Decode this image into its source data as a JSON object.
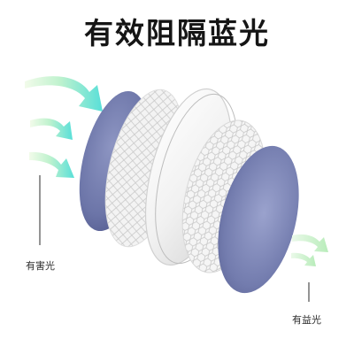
{
  "heading": "有效阻隔蓝光",
  "labels": {
    "harmful_light": "有害光",
    "beneficial_light": "有益光"
  },
  "colors": {
    "title": "#151515",
    "blue_lens": "#6f78a8",
    "incoming_arrow": "#7de6d6",
    "outgoing_arrow": "#c9f2c4"
  },
  "icons": {
    "incoming_light": "arrow-right",
    "outgoing_light": "arrow-right"
  }
}
